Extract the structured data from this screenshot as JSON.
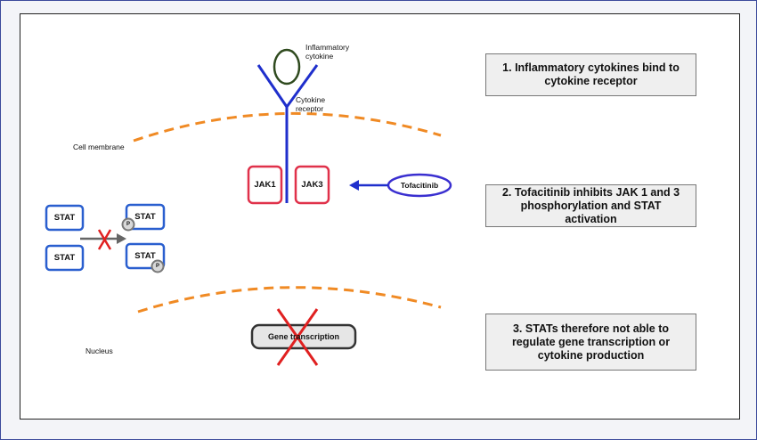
{
  "labels": {
    "inflammatory_cytokine": "Inflammatory\ncytokine",
    "cytokine_receptor": "Cytokine\nreceptor",
    "cell_membrane": "Cell membrane",
    "nucleus": "Nucleus",
    "jak1": "JAK1",
    "jak3": "JAK3",
    "tofacitinib": "Tofacitinib",
    "stat": "STAT",
    "phospho": "P",
    "gene_transcription": "Gene transcription"
  },
  "steps": [
    {
      "text": "1. Inflammatory cytokines bind to cytokine receptor"
    },
    {
      "text": "2. Tofacitinib inhibits JAK 1 and 3 phosphorylation and STAT activation"
    },
    {
      "text": "3. STATs therefore not able to regulate gene transcription or cytokine production"
    }
  ],
  "colors": {
    "receptor": "#1f2fcc",
    "jak_border": "#e0314a",
    "stat_border": "#2a5fcf",
    "membrane": "#f08a24",
    "inhibit_x": "#e02020",
    "cytokine": "#2f4a1e"
  }
}
